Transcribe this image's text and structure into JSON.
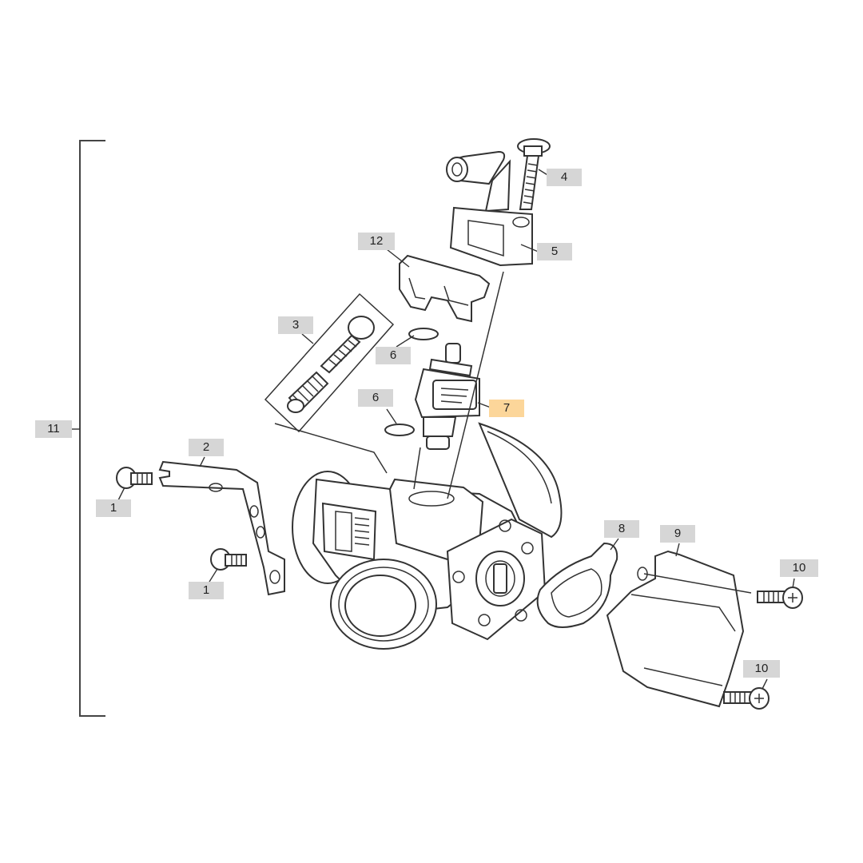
{
  "diagram": {
    "highlight_color": "#fcd69a",
    "label_color": "#d6d6d6",
    "callouts": {
      "c1a": "1",
      "c1b": "1",
      "c2": "2",
      "c3": "3",
      "c4": "4",
      "c5": "5",
      "c6a": "6",
      "c6b": "6",
      "c7": "7",
      "c8": "8",
      "c9": "9",
      "c10a": "10",
      "c10b": "10",
      "c11": "11",
      "c12": "12"
    },
    "highlighted_part": "7"
  }
}
